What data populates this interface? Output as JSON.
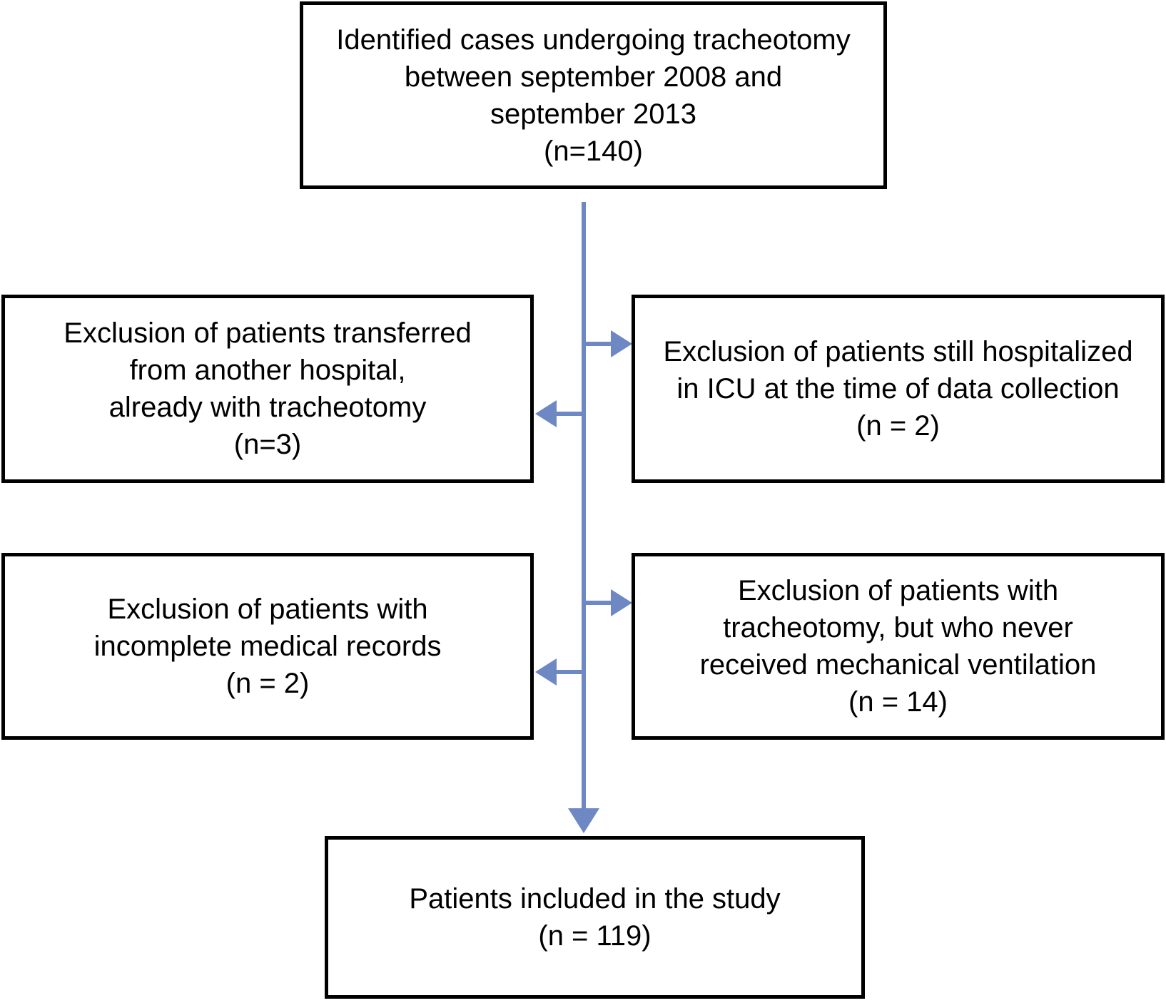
{
  "figure": {
    "type": "study-flow-diagram",
    "subject": "Tracheotomy cohort selection flowchart"
  },
  "boxes": {
    "identified": {
      "lines": [
        "Identified cases undergoing tracheotomy",
        "between september 2008 and",
        "september 2013",
        "(n=140)"
      ],
      "n": 140
    },
    "excluded_transferred": {
      "lines": [
        "Exclusion of patients transferred",
        "from another hospital,",
        "already with tracheotomy",
        "(n=3)"
      ],
      "n": 3
    },
    "excluded_hospitalized": {
      "lines": [
        "Exclusion of patients still hospitalized",
        "in ICU at the time of data collection",
        "(n = 2)"
      ],
      "n": 2
    },
    "excluded_records": {
      "lines": [
        "Exclusion of patients with",
        "incomplete medical records",
        "(n = 2)"
      ],
      "n": 2
    },
    "excluded_ventilation": {
      "lines": [
        "Exclusion of patients with",
        "tracheotomy, but who never",
        "received mechanical ventilation",
        "(n = 14)"
      ],
      "n": 14
    },
    "included": {
      "lines": [
        "Patients included in the study",
        "(n = 119)"
      ],
      "n": 119
    }
  },
  "edges": [
    {
      "from": "identified",
      "to": "included",
      "shape": "vertical-main-arrow"
    },
    {
      "from": "main-line",
      "to": "excluded_hospitalized",
      "direction": "right"
    },
    {
      "from": "main-line",
      "to": "excluded_transferred",
      "direction": "left"
    },
    {
      "from": "main-line",
      "to": "excluded_ventilation",
      "direction": "right"
    },
    {
      "from": "main-line",
      "to": "excluded_records",
      "direction": "left"
    }
  ],
  "colors": {
    "arrow": "#6e88c4",
    "box_border": "#000000",
    "background": "#ffffff"
  }
}
